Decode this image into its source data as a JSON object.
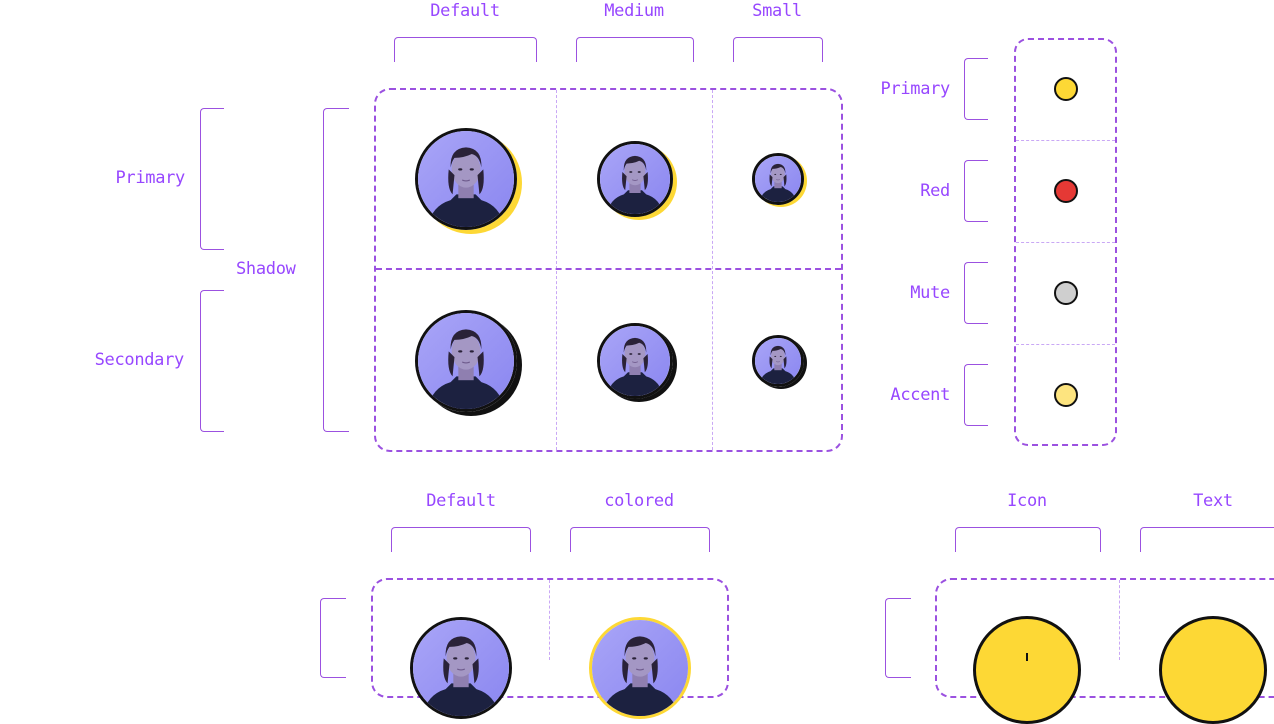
{
  "avatar_matrix": {
    "columns": [
      "Default",
      "Medium",
      "Small"
    ],
    "rows": [
      "Primary",
      "Secondary"
    ],
    "group_label": "Shadow",
    "shadow_colors": {
      "primary": "#fdd835",
      "secondary": "#111111"
    }
  },
  "dot_variants": {
    "items": [
      {
        "label": "Primary",
        "color": "#fdd835"
      },
      {
        "label": "Red",
        "color": "#e53935"
      },
      {
        "label": "Mute",
        "color": "#cfcfcf"
      },
      {
        "label": "Accent",
        "color": "#fde47f"
      }
    ]
  },
  "border_matrix": {
    "columns": [
      "Default",
      "colored"
    ]
  },
  "placeholder_matrix": {
    "columns": [
      "Icon",
      "Text"
    ]
  },
  "colors": {
    "accent": "#9747ff",
    "avatar_bg": "#8a86f0"
  },
  "icons": [
    "person-avatar-icon",
    "status-dot-icon"
  ]
}
